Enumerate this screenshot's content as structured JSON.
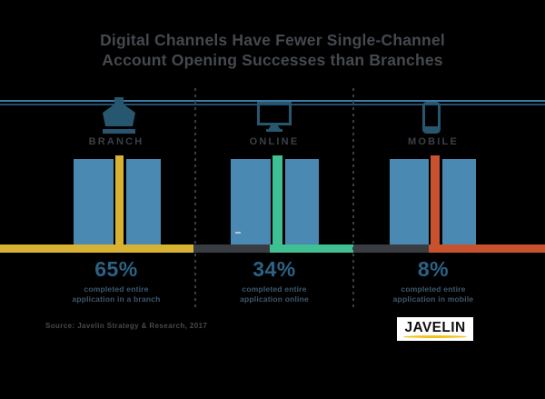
{
  "title": {
    "line1": "Digital Channels Have Fewer Single-Channel",
    "line2": "Account Opening Successes than Branches"
  },
  "sections": [
    {
      "id": "branch",
      "label": "BRANCH",
      "icon": "bank-icon",
      "pct": "65%",
      "desc_line1": "completed entire",
      "desc_line2": "application in a branch",
      "accent": "#d8b233"
    },
    {
      "id": "online",
      "label": "ONLINE",
      "icon": "desktop-monitor-icon",
      "pct": "34%",
      "desc_line1": "completed entire",
      "desc_line2": "application online",
      "accent": "#40bf92"
    },
    {
      "id": "mobile",
      "label": "MOBILE",
      "icon": "smartphone-icon",
      "pct": "8%",
      "desc_line1": "completed entire",
      "desc_line2": "application in mobile",
      "accent": "#c8522e"
    }
  ],
  "source": "Source: Javelin Strategy & Research, 2017",
  "logo": {
    "text": "JAVELIN"
  },
  "colors": {
    "background": "#000000",
    "title_text": "#45494e",
    "rule_top": "#3c79a4",
    "rule_bottom": "#22506e",
    "divider_dots": "#3a3e43",
    "icon_teal": "#27566f",
    "label_text": "#3a4046",
    "door_blue": "#4a89b2",
    "track_gray": "#393d42",
    "pct_text": "#2b6285",
    "desc_text": "#3f586b",
    "source_text": "#46494d",
    "logo_bg": "#ffffff",
    "logo_text": "#101010",
    "logo_swoosh": "#f2c21c"
  },
  "chart_data": {
    "type": "bar",
    "categories": [
      "Branch",
      "Online",
      "Mobile"
    ],
    "values": [
      65,
      34,
      8
    ],
    "unit": "%",
    "title": "Digital Channels Have Fewer Single-Channel Account Opening Successes than Branches",
    "value_labels": [
      "65% completed entire application in a branch",
      "34% completed entire application online",
      "8% completed entire application in mobile"
    ],
    "xlabel": "",
    "ylabel": "",
    "ylim": [
      0,
      100
    ],
    "grid": false,
    "legend": false,
    "source": "Source: Javelin Strategy & Research, 2017"
  }
}
